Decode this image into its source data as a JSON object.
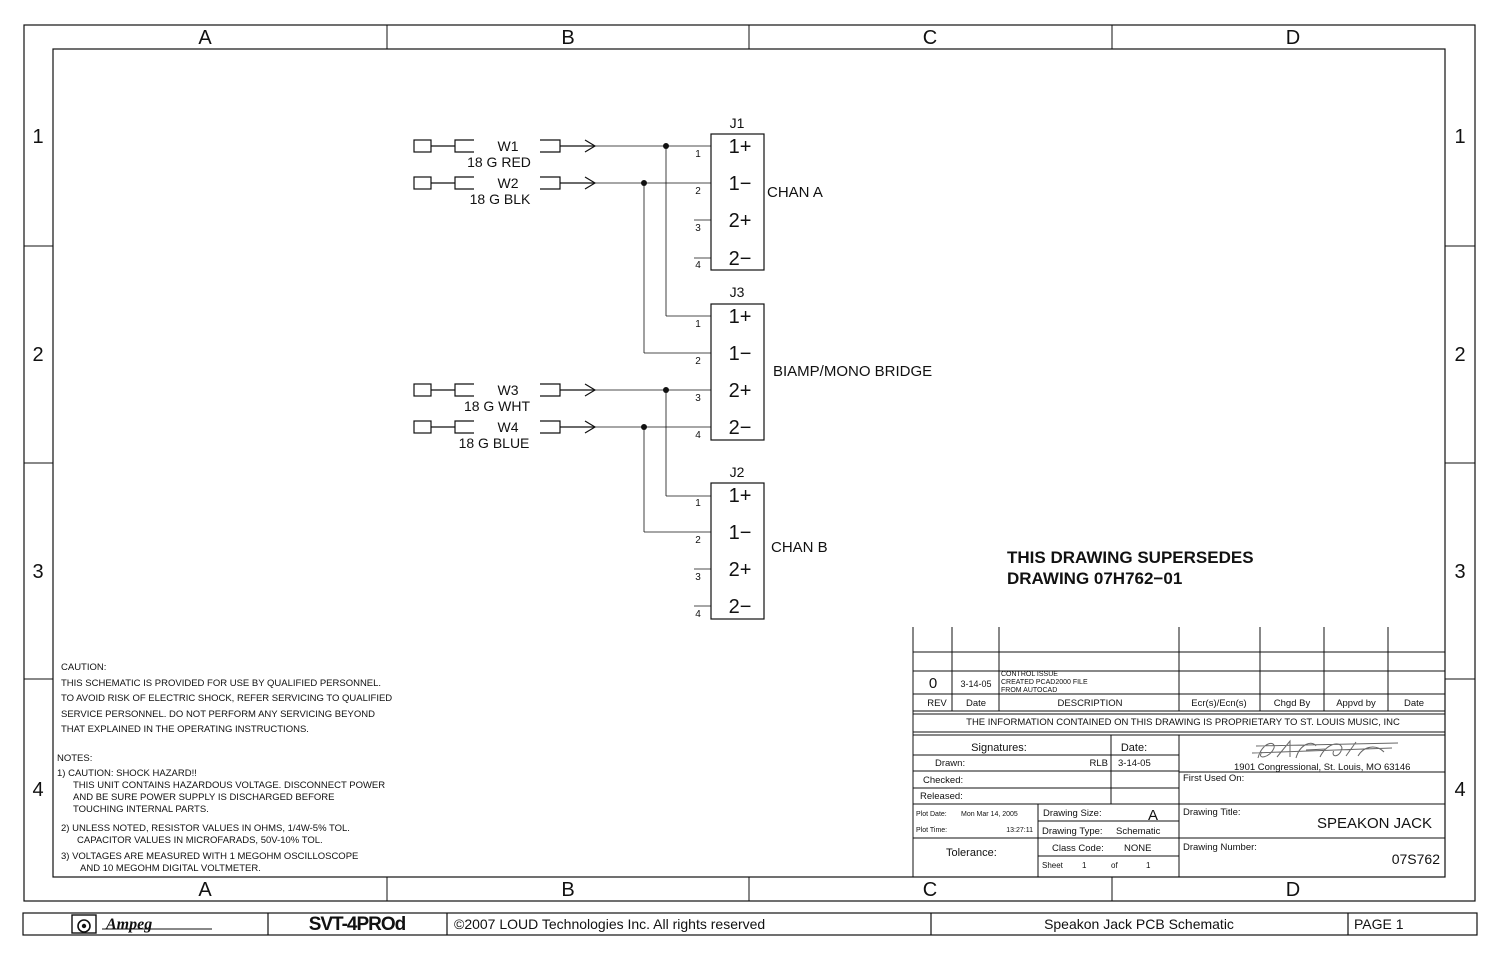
{
  "zones": {
    "columns": [
      "A",
      "B",
      "C",
      "D"
    ],
    "rows": [
      "1",
      "2",
      "3",
      "4"
    ]
  },
  "schematic": {
    "wires": [
      {
        "name": "W1",
        "gauge": "18 G RED"
      },
      {
        "name": "W2",
        "gauge": "18 G BLK"
      },
      {
        "name": "W3",
        "gauge": "18 G WHT"
      },
      {
        "name": "W4",
        "gauge": "18 G BLUE"
      }
    ],
    "jacks": [
      {
        "ref": "J1",
        "label": "CHAN A",
        "pins": [
          "1+",
          "1−",
          "2+",
          "2−"
        ],
        "pin_numbers": [
          "1",
          "2",
          "3",
          "4"
        ]
      },
      {
        "ref": "J3",
        "label": "BIAMP/MONO BRIDGE",
        "pins": [
          "1+",
          "1−",
          "2+",
          "2−"
        ],
        "pin_numbers": [
          "1",
          "2",
          "3",
          "4"
        ]
      },
      {
        "ref": "J2",
        "label": "CHAN B",
        "pins": [
          "1+",
          "1−",
          "2+",
          "2−"
        ],
        "pin_numbers": [
          "1",
          "2",
          "3",
          "4"
        ]
      }
    ],
    "supersedes": [
      "THIS DRAWING SUPERSEDES",
      "DRAWING 07H762−01"
    ]
  },
  "caution": {
    "heading": "CAUTION:",
    "lines": [
      "THIS SCHEMATIC IS PROVIDED FOR USE BY QUALIFIED PERSONNEL.",
      "TO AVOID RISK OF ELECTRIC SHOCK, REFER SERVICING TO QUALIFIED",
      "SERVICE PERSONNEL.  DO NOT PERFORM ANY SERVICING BEYOND",
      "THAT EXPLAINED IN THE OPERATING INSTRUCTIONS."
    ]
  },
  "notes": {
    "heading": "NOTES:",
    "lines": [
      "1) CAUTION: SHOCK HAZARD!!",
      "THIS UNIT CONTAINS HAZARDOUS VOLTAGE.  DISCONNECT POWER",
      "AND BE SURE POWER SUPPLY IS DISCHARGED BEFORE",
      "TOUCHING INTERNAL PARTS.",
      "2) UNLESS NOTED, RESISTOR VALUES IN OHMS, 1/4W-5% TOL.",
      "CAPACITOR VALUES IN MICROFARADS, 50V-10% TOL.",
      "3) VOLTAGES ARE MEASURED WITH 1 MEGOHM OSCILLOSCOPE",
      "AND 10 MEGOHM DIGITAL VOLTMETER."
    ]
  },
  "title_block": {
    "revision": {
      "rev": "0",
      "date": "3-14-05",
      "description": [
        "CONTROL ISSUE",
        "CREATED PCAD2000 FILE",
        "FROM AUTOCAD"
      ]
    },
    "headers": {
      "rev": "REV",
      "date": "Date",
      "description": "DESCRIPTION",
      "ecr": "Ecr(s)/Ecn(s)",
      "chgd": "Chgd By",
      "appvd": "Appvd by",
      "date2": "Date"
    },
    "proprietary": "THE INFORMATION CONTAINED ON THIS DRAWING IS PROPRIETARY TO ST. LOUIS MUSIC, INC",
    "signatures_label": "Signatures:",
    "date_label": "Date:",
    "drawn_label": "Drawn:",
    "drawn_by": "RLB",
    "drawn_date": "3-14-05",
    "checked_label": "Checked:",
    "released_label": "Released:",
    "plot_date_label": "Plot Date:",
    "plot_date": "Mon Mar 14, 2005",
    "plot_time_label": "Plot Time:",
    "plot_time": "13:27:11",
    "drawing_size_label": "Drawing Size:",
    "drawing_size": "A",
    "drawing_type_label": "Drawing Type:",
    "drawing_type": "Schematic",
    "class_code_label": "Class Code:",
    "class_code": "NONE",
    "tolerance_label": "Tolerance:",
    "sheet_label": "Sheet",
    "sheet": "1",
    "of_label": "of",
    "sheets": "1",
    "address": "1901 Congressional, St. Louis, MO 63146",
    "first_used_label": "First Used On:",
    "drawing_title_label": "Drawing Title:",
    "drawing_title": "SPEAKON JACK",
    "drawing_number_label": "Drawing Number:",
    "drawing_number": "07S762"
  },
  "footer": {
    "brand": "Ampeg",
    "model": "SVT-4PROd",
    "copyright": "©2007 LOUD Technologies Inc. All rights reserved",
    "doc_title": "Speakon Jack PCB Schematic",
    "page": "PAGE 1"
  }
}
